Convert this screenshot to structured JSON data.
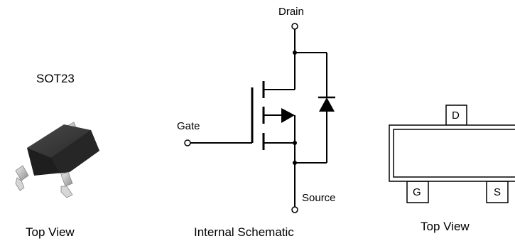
{
  "package": {
    "name": "SOT23",
    "view_caption": "Top View"
  },
  "schematic": {
    "caption": "Internal Schematic",
    "drain_label": "Drain",
    "gate_label": "Gate",
    "source_label": "Source"
  },
  "pinout": {
    "caption": "Top View",
    "pin_drain": "D",
    "pin_gate": "G",
    "pin_source": "S"
  }
}
